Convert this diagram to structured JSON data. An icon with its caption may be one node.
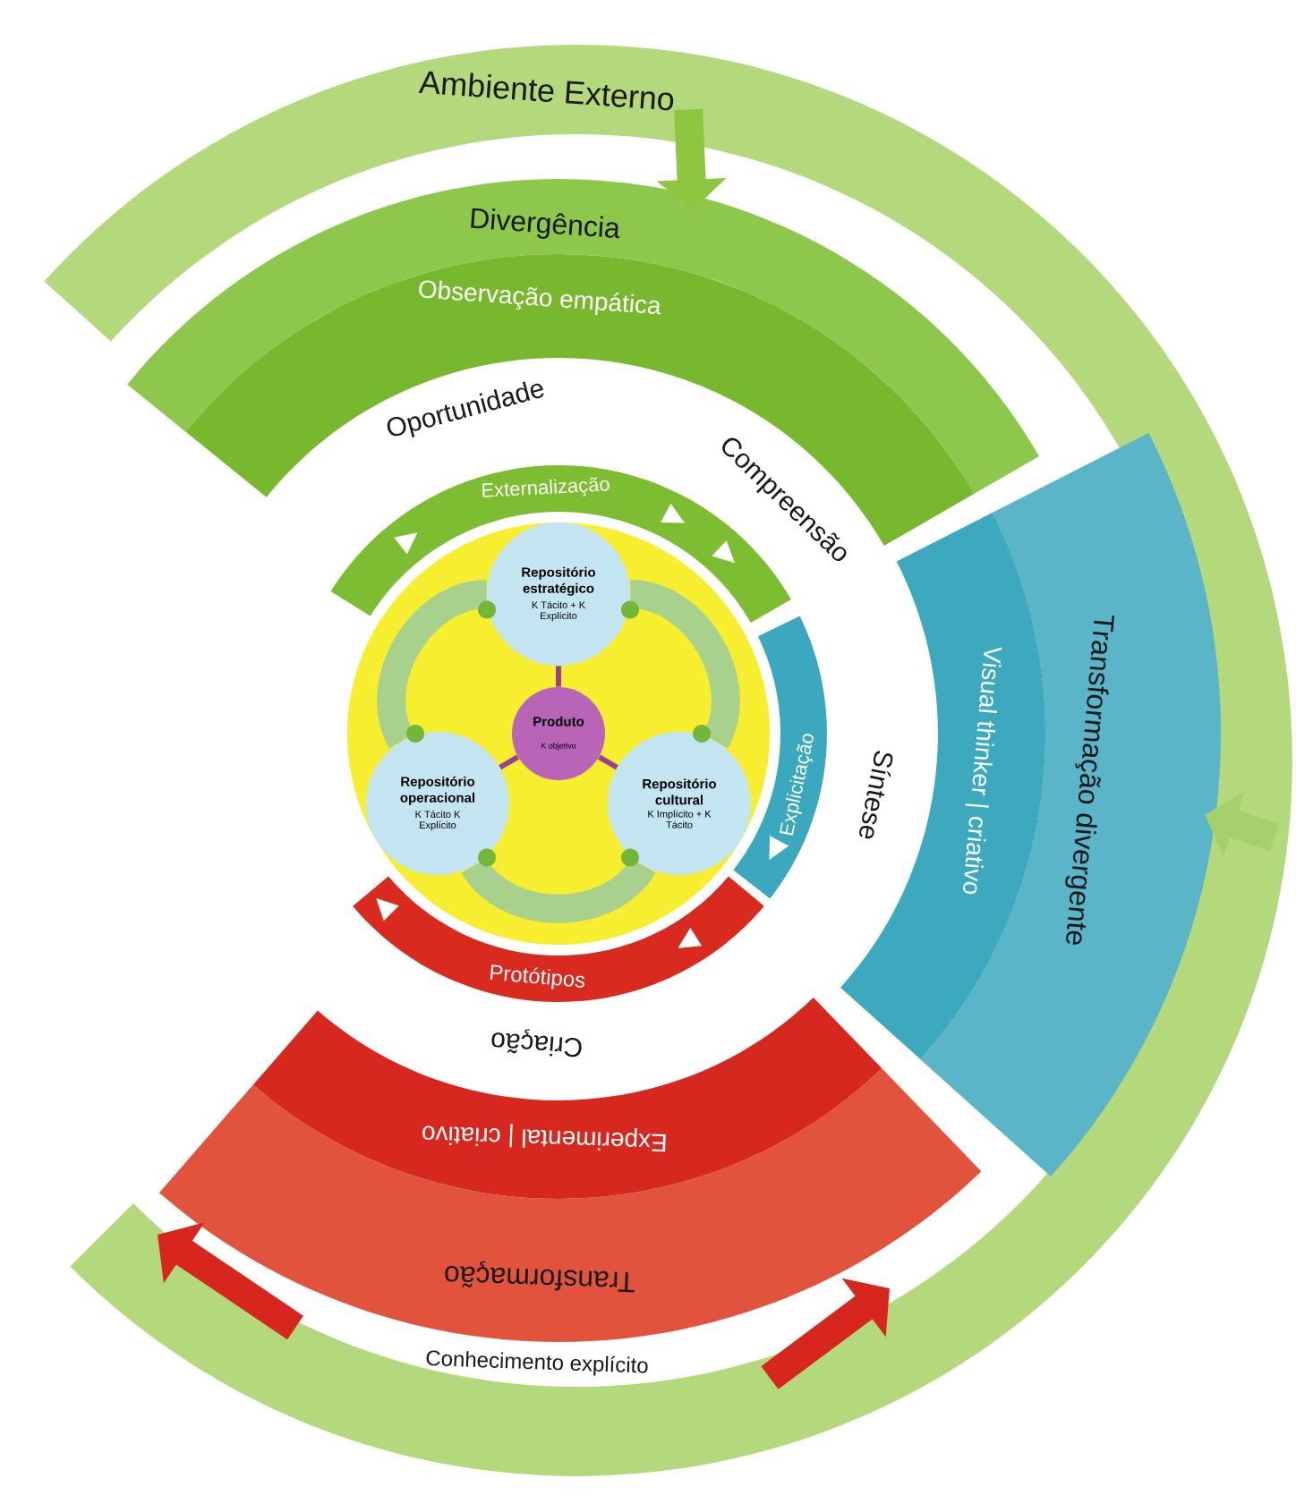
{
  "diagram": {
    "nodes": [
      {
        "text": [
          "Ambiente Externo"
        ]
      },
      {
        "text": [
          "Divergência",
          "Observação empática"
        ]
      },
      {
        "text": [
          "Transformação divergente",
          "Visual thinker | criativo"
        ]
      },
      {
        "text": [
          "Transformação",
          "Experimental | criativo"
        ]
      },
      {
        "text": [
          "Externalização"
        ]
      },
      {
        "text": [
          "Explicitação"
        ]
      },
      {
        "text": [
          "Protótipos"
        ]
      },
      {
        "text": [],
        "shape": "circle"
      },
      {
        "text": [
          "Repositório estratégico",
          "K Tácito + K Explícito"
        ],
        "in": 7
      },
      {
        "text": [
          "Produto",
          "K objetivo"
        ],
        "in": 7
      },
      {
        "text": [
          "Repositório operacional",
          "K Tácito K Explícito"
        ],
        "in": 7
      },
      {
        "text": [
          "Repositório cultural",
          "K Implícito + K Tácito"
        ],
        "in": 7
      }
    ],
    "edges": [
      {
        "from": 0,
        "to": 1,
        "arrow": "to",
        "color": "#8dc63f"
      },
      {
        "from": 0,
        "to": 2,
        "arrow": "to",
        "color": "#a5d06b"
      },
      {
        "from": 9,
        "to": 8,
        "arrow": "none",
        "color": "#9b3f8f"
      },
      {
        "from": 9,
        "to": 10,
        "arrow": "none",
        "color": "#9b3f8f"
      },
      {
        "from": 9,
        "to": 11,
        "arrow": "none",
        "color": "#9b3f8f"
      },
      {
        "from": 8,
        "to": 11,
        "arrow": "none",
        "color": "#a9d18e"
      },
      {
        "from": 11,
        "to": 10,
        "arrow": "none",
        "color": "#a9d18e"
      },
      {
        "from": 10,
        "to": 8,
        "arrow": "none",
        "color": "#a9d18e"
      }
    ],
    "labels": [
      "Oportunidade",
      "Compreensão",
      "Síntese",
      "Criação",
      "Conhecimento explícito"
    ]
  }
}
